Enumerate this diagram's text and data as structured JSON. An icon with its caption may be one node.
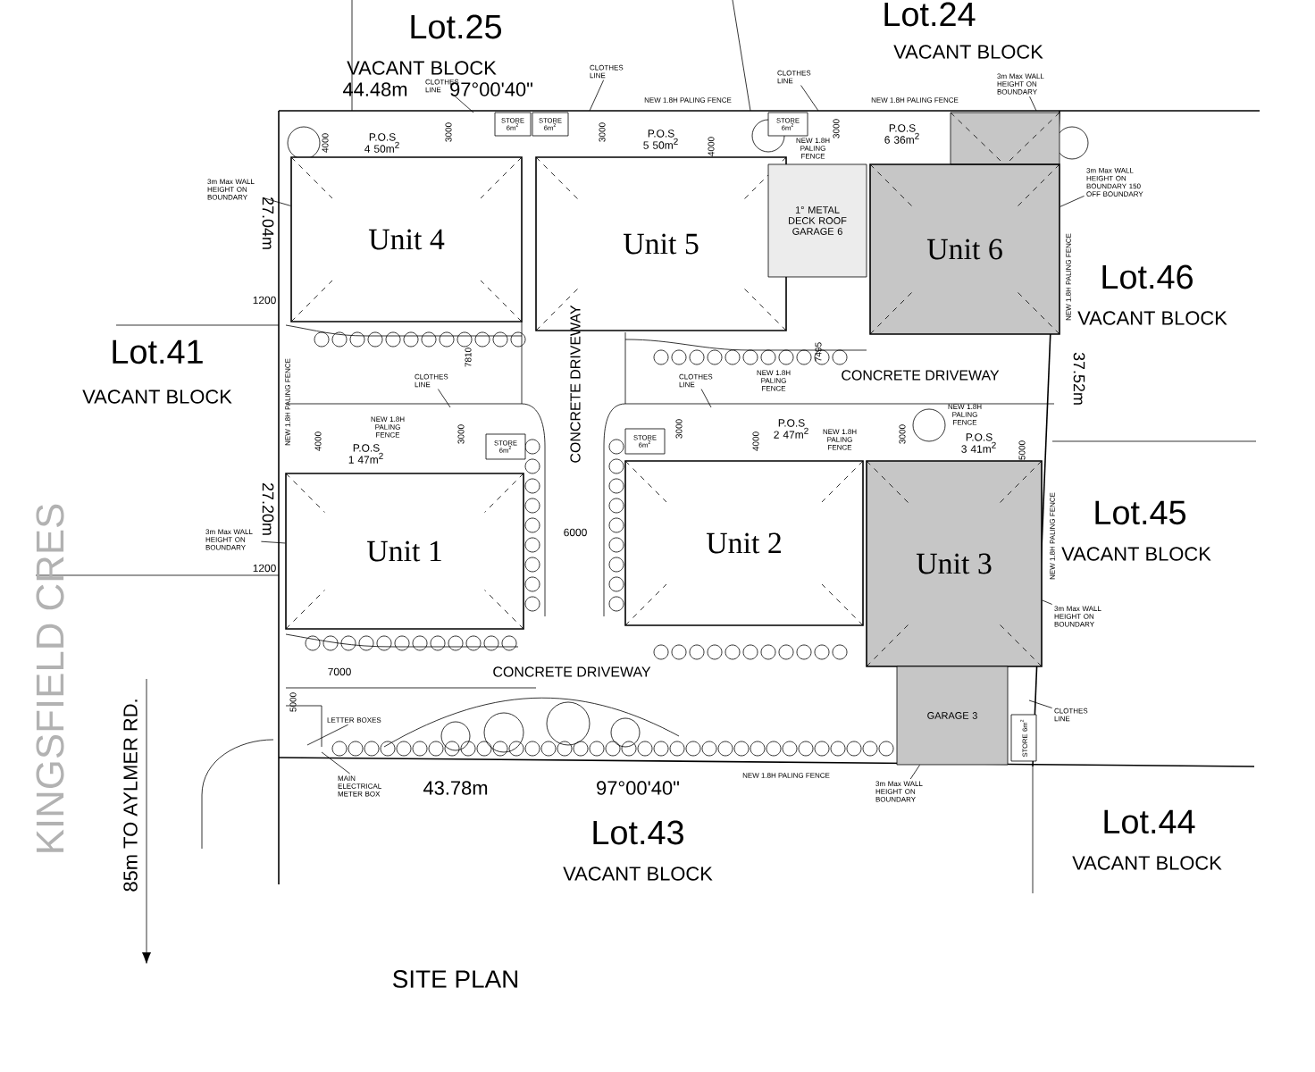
{
  "diagram": {
    "title": "SITE PLAN",
    "nodes": [
      {
        "text": [
          "Unit 4"
        ]
      },
      {
        "text": [
          "Unit 5"
        ]
      },
      {
        "text": [
          "Unit 6"
        ]
      },
      {
        "text": [
          "1° METAL DECK ROOF",
          "GARAGE 6"
        ]
      },
      {
        "text": [
          "Unit 1"
        ]
      },
      {
        "text": [
          "Unit 2"
        ]
      },
      {
        "text": [
          "Unit 3"
        ]
      },
      {
        "text": [
          "GARAGE 3"
        ]
      },
      {
        "text": [
          "STORE 6m$^{2}$"
        ]
      },
      {
        "text": [
          "STORE 6m$^{2}$"
        ]
      },
      {
        "text": [
          "STORE 6m$^{2}$"
        ]
      },
      {
        "text": [
          "STORE 6m$^{2}$"
        ]
      },
      {
        "text": [
          "STORE 6m$^{2}$"
        ]
      },
      {
        "text": [
          "STORE 6m$^{2}$"
        ]
      },
      {
        "text": [
          "CLOTHES LINE"
        ]
      },
      {
        "text": [
          "CLOTHES LINE"
        ]
      },
      {
        "text": [
          "CLOTHES LINE"
        ]
      },
      {
        "text": [
          "3m Max WALL HEIGHT ON BOUNDARY"
        ]
      },
      {
        "text": [
          "3m Max WALL HEIGHT ON BOUNDARY"
        ]
      },
      {
        "text": [
          "3m Max WALL HEIGHT ON BOUNDARY 150 OFF BOUNDARY"
        ]
      },
      {
        "text": [
          "CLOTHES LINE"
        ]
      },
      {
        "text": [
          "CLOTHES LINE"
        ]
      },
      {
        "text": [
          "3m Max WALL HEIGHT ON BOUNDARY"
        ]
      },
      {
        "text": [
          "3m Max WALL HEIGHT ON BOUNDARY"
        ]
      },
      {
        "text": [
          "CLOTHES LINE"
        ]
      },
      {
        "text": [
          "3m Max WALL HEIGHT ON BOUNDARY"
        ]
      },
      {
        "text": [
          "LETTER BOXES"
        ]
      },
      {
        "text": [
          "MAIN ELECTRICAL METER BOX"
        ]
      }
    ],
    "edges": [
      {
        "from": 14,
        "to": null,
        "arrow": "none"
      },
      {
        "from": 15,
        "to": null,
        "arrow": "none"
      },
      {
        "from": 16,
        "to": null,
        "arrow": "none"
      },
      {
        "from": 17,
        "to": 0,
        "arrow": "none"
      },
      {
        "from": 18,
        "to": null,
        "arrow": "none"
      },
      {
        "from": 19,
        "to": 2,
        "arrow": "none"
      },
      {
        "from": 20,
        "to": null,
        "arrow": "none"
      },
      {
        "from": 21,
        "to": null,
        "arrow": "none"
      },
      {
        "from": 22,
        "to": 4,
        "arrow": "none"
      },
      {
        "from": 23,
        "to": 6,
        "arrow": "none"
      },
      {
        "from": 24,
        "to": null,
        "arrow": "none"
      },
      {
        "from": 25,
        "to": 7,
        "arrow": "none"
      },
      {
        "from": 26,
        "to": null,
        "arrow": "none"
      },
      {
        "from": 27,
        "to": null,
        "arrow": "none"
      }
    ],
    "labels": [
      "Lot.25",
      "VACANT BLOCK",
      "44.48m",
      "97°00'40\"",
      "Lot.24",
      "VACANT BLOCK",
      "NEW 1.8H PALING FENCE",
      "NEW 1.8H PALING FENCE",
      "4000",
      "P.O.S 4 50m$^{2}$",
      "3000",
      "3000",
      "P.O.S 5 50m$^{2}$",
      "4000",
      "NEW 1.8H PALING FENCE",
      "3000",
      "P.O.S 6 36m$^{2}$",
      "Lot.46",
      "VACANT BLOCK",
      "27.04m",
      "1200",
      "Lot.41",
      "VACANT BLOCK",
      "7810",
      "CONCRETE DRIVEWAY",
      "7495",
      "CONCRETE DRIVEWAY",
      "37.52m",
      "NEW 1.8H PALING FENCE",
      "NEW 1.8H PALING FENCE",
      "NEW 1.8H PALING FENCE",
      "NEW 1.8H PALING FENCE",
      "NEW 1.8H PALING FENCE",
      "NEW 1.8H PALING FENCE",
      "4000",
      "3000",
      "P.O.S 1 47m$^{2}$",
      "3000",
      "4000",
      "P.O.S 2 47m$^{2}$",
      "3000",
      "P.O.S 3 41m$^{2}$",
      "5000",
      "27.20m",
      "Lot.45",
      "VACANT BLOCK",
      "NEW 1.8H PALING FENCE",
      "6000",
      "1200",
      "7000",
      "CONCRETE DRIVEWAY",
      "5000",
      "43.78m",
      "97°00'40\"",
      "NEW 1.8H PALING FENCE",
      "Lot.44",
      "VACANT BLOCK",
      "Lot.43",
      "VACANT BLOCK",
      "KINGSFIELD CRES",
      "85m TO AYLMER RD."
    ]
  }
}
